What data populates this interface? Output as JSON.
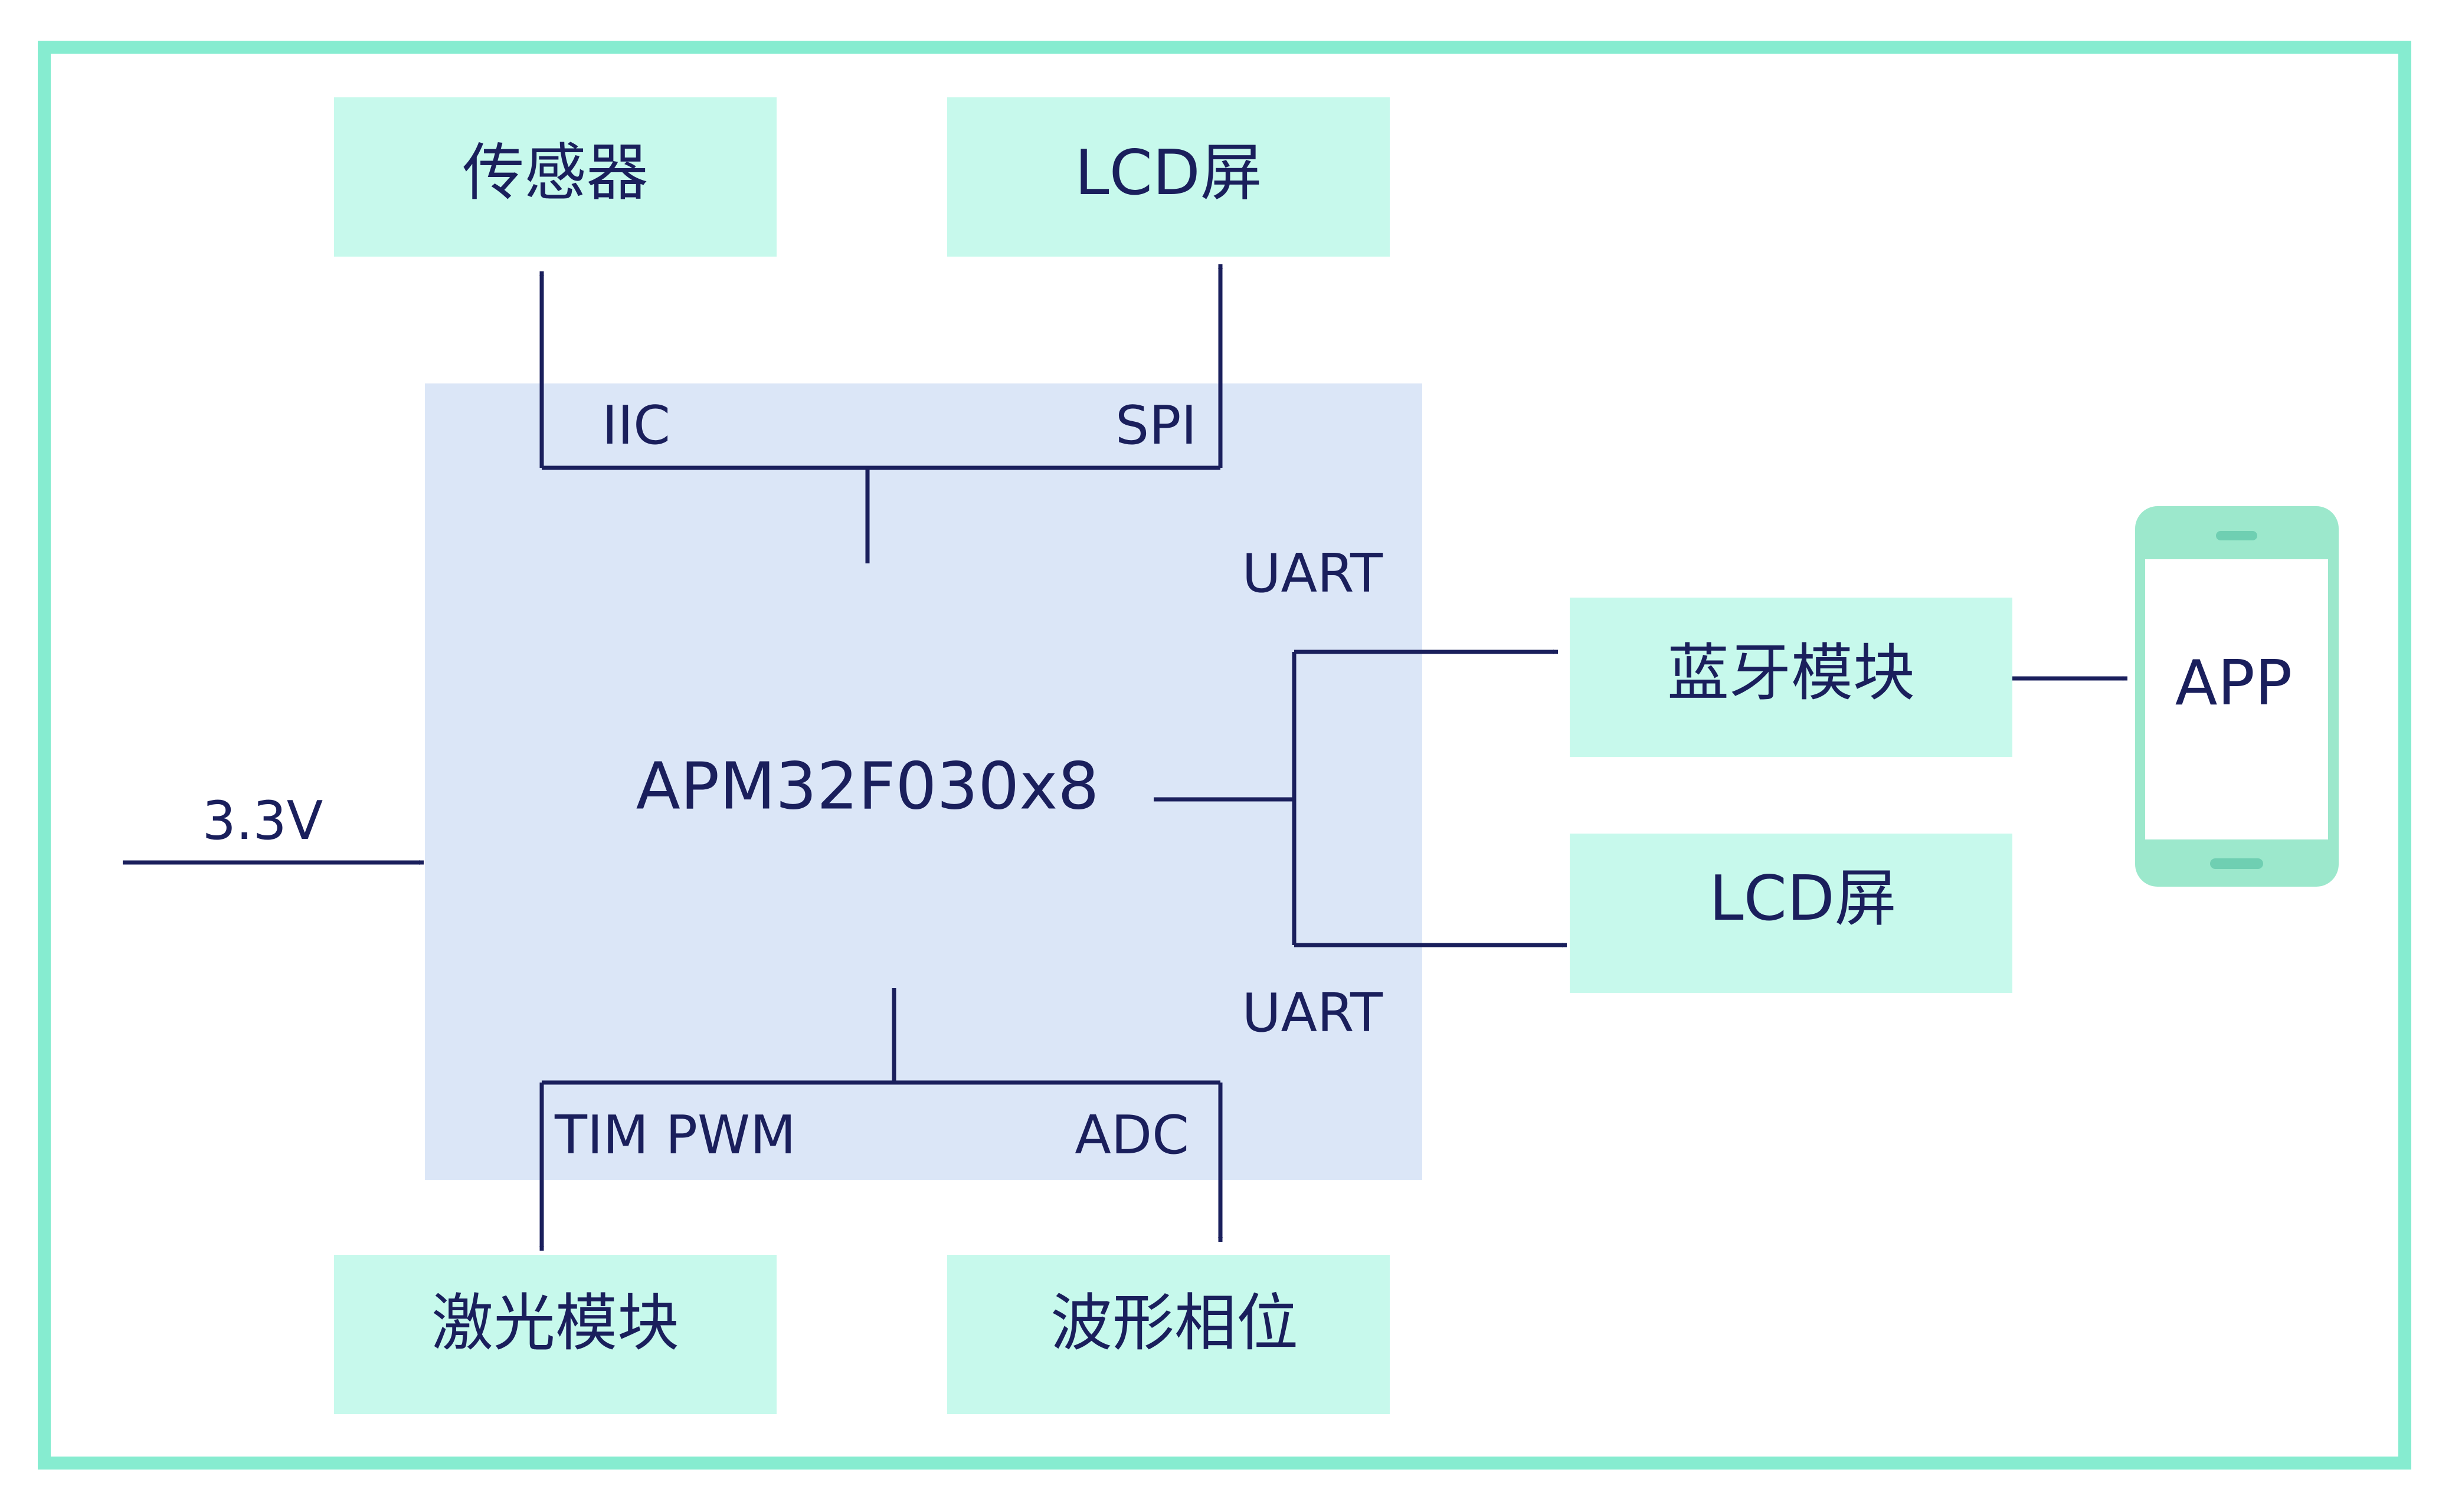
{
  "colors": {
    "frame_border": "#86ecd0",
    "module_fill": "#c7f9ec",
    "mcu_fill": "#dbe6f7",
    "line": "#1a1f5c",
    "text": "#1a1f5c",
    "phone_body": "#9ce8cc",
    "phone_screen": "#ffffff"
  },
  "mcu": {
    "name": "APM32F030x8"
  },
  "power": {
    "label": "3.3V"
  },
  "interfaces": {
    "iic": "IIC",
    "spi": "SPI",
    "uart_top": "UART",
    "uart_bottom": "UART",
    "tim_pwm": "TIM PWM",
    "adc": "ADC"
  },
  "modules": {
    "sensor": "传感器",
    "lcd_top": "LCD屏",
    "bluetooth": "蓝牙模块",
    "lcd_right": "LCD屏",
    "laser": "激光模块",
    "waveform": "波形相位"
  },
  "phone": {
    "label": "APP",
    "icon": "smartphone-icon"
  }
}
